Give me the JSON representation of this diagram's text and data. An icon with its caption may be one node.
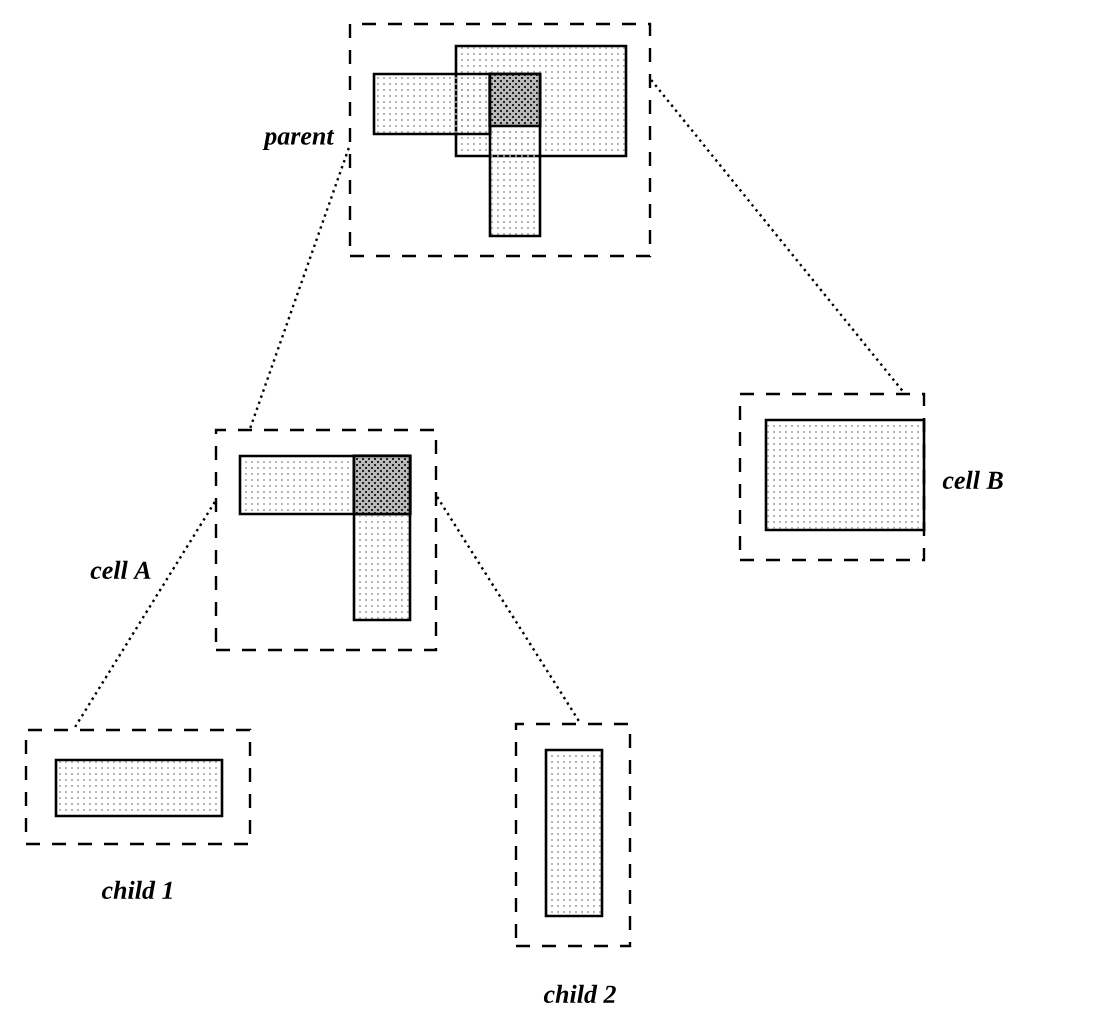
{
  "diagram": {
    "nodes": [
      {
        "text": [],
        "shape": "box",
        "beside": [
          "parent"
        ]
      },
      {
        "text": [],
        "shape": "box",
        "beside": [
          "cell A"
        ]
      },
      {
        "text": [],
        "shape": "box",
        "beside": [
          "cell B"
        ]
      },
      {
        "text": [],
        "shape": "box",
        "beside": [
          "child 1"
        ]
      },
      {
        "text": [],
        "shape": "box",
        "beside": [
          "child 2"
        ]
      }
    ],
    "edges": [
      {
        "from": 0,
        "to": 1,
        "arrow": "none"
      },
      {
        "from": 0,
        "to": 2,
        "arrow": "none"
      },
      {
        "from": 1,
        "to": 3,
        "arrow": "none"
      },
      {
        "from": 1,
        "to": 4,
        "arrow": "none"
      }
    ]
  }
}
